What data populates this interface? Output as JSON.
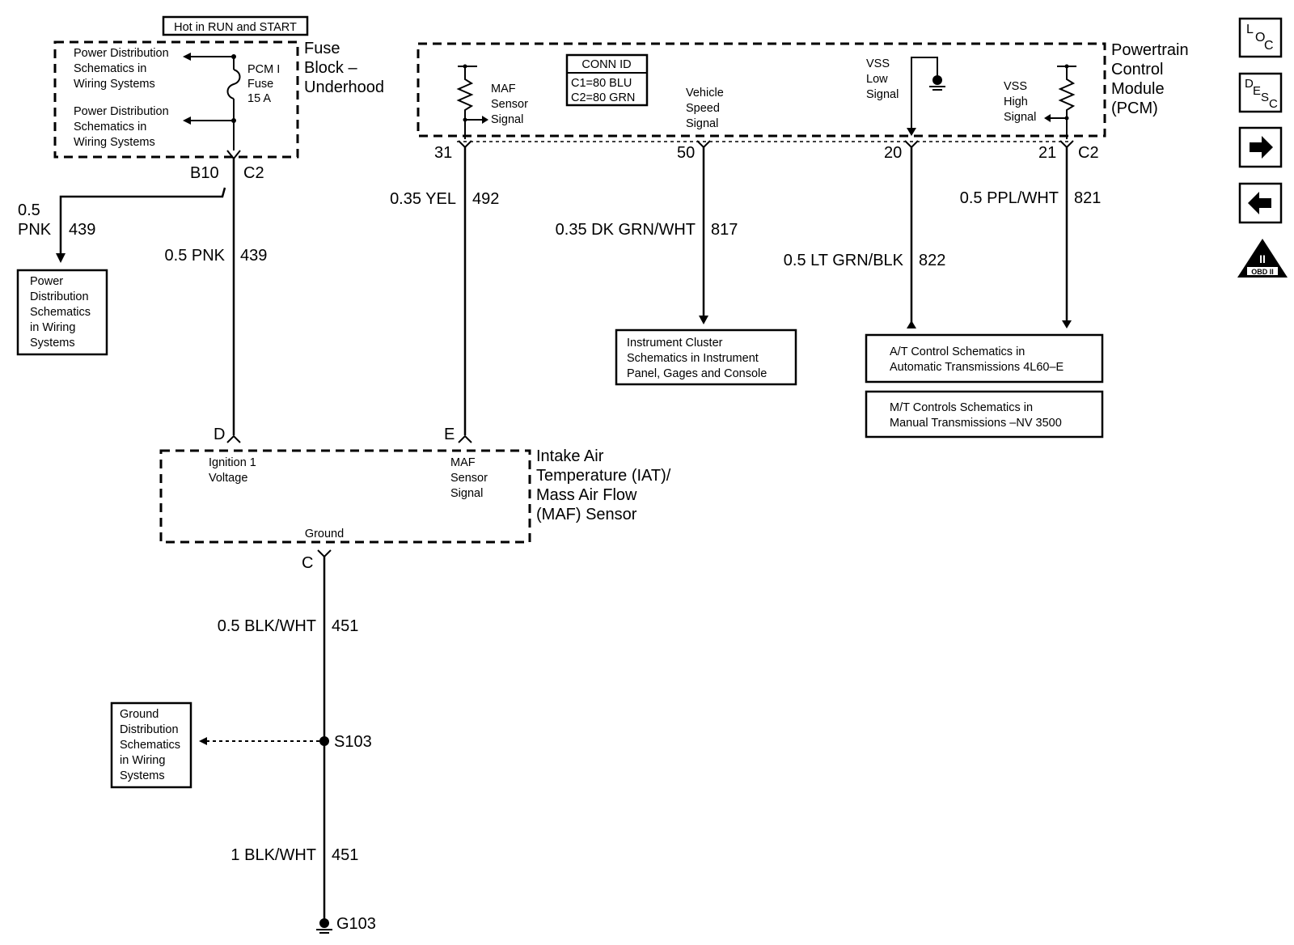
{
  "hot_label": "Hot in RUN and START",
  "fuse_block": {
    "title": [
      "Fuse",
      "Block –",
      "Underhood"
    ],
    "pd_top": [
      "Power Distribution",
      "Schematics in",
      "Wiring Systems"
    ],
    "pd_mid": [
      "Power Distribution",
      "Schematics in",
      "Wiring Systems"
    ],
    "fuse": [
      "PCM I",
      "Fuse",
      "15 A"
    ],
    "pin": "B10",
    "connector": "C2"
  },
  "pcm": {
    "title": [
      "Powertrain",
      "Control",
      "Module",
      "(PCM)"
    ],
    "conn_id": [
      "CONN ID",
      "C1=80 BLU",
      "C2=80 GRN"
    ],
    "maf_signal": [
      "MAF",
      "Sensor",
      "Signal"
    ],
    "vehicle_speed": [
      "Vehicle",
      "Speed",
      "Signal"
    ],
    "vss_low": [
      "VSS",
      "Low",
      "Signal"
    ],
    "vss_high": [
      "VSS",
      "High",
      "Signal"
    ],
    "pins": [
      "31",
      "50",
      "20",
      "21"
    ],
    "connector": "C2"
  },
  "wires": {
    "pnk_branch": {
      "gauge": [
        "0.5",
        "PNK"
      ],
      "circuit": "439"
    },
    "pnk_main": {
      "gauge": "0.5 PNK",
      "circuit": "439"
    },
    "yel": {
      "gauge": "0.35 YEL",
      "circuit": "492"
    },
    "dkgrn": {
      "gauge": "0.35 DK GRN/WHT",
      "circuit": "817"
    },
    "ltgrn": {
      "gauge": "0.5 LT GRN/BLK",
      "circuit": "822"
    },
    "ppl": {
      "gauge": "0.5 PPL/WHT",
      "circuit": "821"
    },
    "blk1": {
      "gauge": "0.5 BLK/WHT",
      "circuit": "451"
    },
    "blk2": {
      "gauge": "1 BLK/WHT",
      "circuit": "451"
    }
  },
  "refs": {
    "power_dist": [
      "Power",
      "Distribution",
      "Schematics",
      "in Wiring",
      "Systems"
    ],
    "instrument": [
      "Instrument Cluster",
      "Schematics in Instrument",
      "Panel, Gages and Console"
    ],
    "at_control": [
      "A/T Control Schematics in",
      "Automatic Transmissions 4L60–E"
    ],
    "mt_control": [
      "M/T Controls Schematics in",
      "Manual Transmissions –NV 3500"
    ],
    "ground_dist": [
      "Ground",
      "Distribution",
      "Schematics",
      "in Wiring",
      "Systems"
    ]
  },
  "maf_sensor": {
    "title": [
      "Intake Air",
      "Temperature (IAT)/",
      "Mass Air Flow",
      "(MAF) Sensor"
    ],
    "ignition": [
      "Ignition 1",
      "Voltage"
    ],
    "maf_signal": [
      "MAF",
      "Sensor",
      "Signal"
    ],
    "ground": "Ground",
    "pins": {
      "d": "D",
      "e": "E",
      "c": "C"
    }
  },
  "splice": "S103",
  "ground_point": "G103",
  "nav": {
    "loc": [
      "L",
      "O",
      "C"
    ],
    "desc": [
      "D",
      "E",
      "S",
      "C"
    ],
    "obd": [
      "II",
      "OBD II"
    ]
  }
}
